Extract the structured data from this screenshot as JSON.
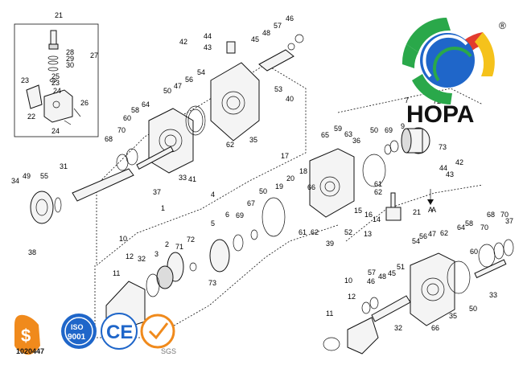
{
  "brand": {
    "name": "HOPA",
    "registered_mark": "®",
    "colors": {
      "blue": "#1f66c9",
      "green": "#2aa84a",
      "red": "#e23b2e",
      "yellow": "#f5c21b",
      "orange": "#f08a1c"
    }
  },
  "badges": {
    "iso_line1": "ISO",
    "iso_line2": "9001",
    "ce": "CE",
    "sgs": "SGS",
    "code": "1020447"
  },
  "diagram": {
    "arrow_label": "A",
    "callouts": [
      "21",
      "27",
      "28",
      "29",
      "30",
      "23",
      "25",
      "23",
      "24",
      "22",
      "24",
      "26",
      "44",
      "42",
      "43",
      "46",
      "57",
      "48",
      "45",
      "54",
      "56",
      "47",
      "50",
      "53",
      "40",
      "64",
      "58",
      "60",
      "70",
      "68",
      "62",
      "35",
      "34",
      "49",
      "55",
      "31",
      "33",
      "37",
      "41",
      "7",
      "72",
      "9",
      "50",
      "69",
      "65",
      "59",
      "63",
      "36",
      "73",
      "44",
      "43",
      "42",
      "17",
      "20",
      "18",
      "19",
      "66",
      "61",
      "62",
      "21",
      "15",
      "16",
      "14",
      "13",
      "A",
      "39",
      "52",
      "61",
      "62",
      "4",
      "5",
      "6",
      "69",
      "67",
      "50",
      "1",
      "3",
      "2",
      "71",
      "72",
      "10",
      "12",
      "11",
      "32",
      "73",
      "38",
      "58",
      "64",
      "54",
      "56",
      "47",
      "62",
      "57",
      "70",
      "68",
      "60",
      "70",
      "46",
      "48",
      "45",
      "51",
      "10",
      "12",
      "11",
      "32",
      "66",
      "35",
      "50",
      "33",
      "37",
      "70"
    ]
  }
}
